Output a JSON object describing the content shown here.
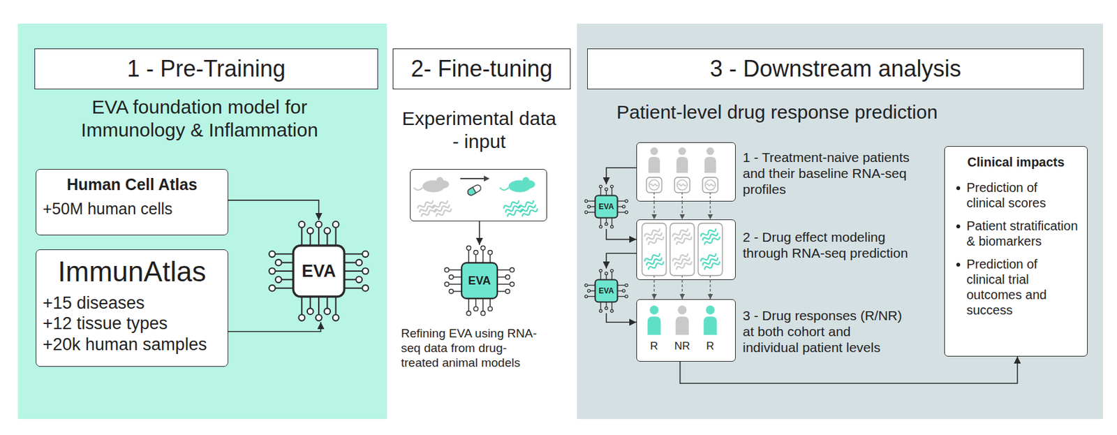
{
  "diagram": {
    "nodes": [
      {
        "text": [
          "EVA foundation model for Immunology & Inflammation"
        ]
      },
      {
        "text": [
          "1 - Pre-Training"
        ],
        "in": 0
      },
      {
        "text": [
          "Human Cell Atlas",
          "+50M human cells"
        ],
        "in": 0
      },
      {
        "text": [
          "ImmunAtlas",
          "+15 diseases",
          "+12 tissue types",
          "+20k human samples"
        ],
        "in": 0
      },
      {
        "text": [
          "EVA"
        ],
        "in": 0
      },
      {
        "text": [
          "2- Fine-tuning"
        ]
      },
      {
        "text": [
          "Experimental data - input"
        ]
      },
      {
        "text": [
          "EVA"
        ]
      },
      {
        "text": [
          "Patient-level drug response prediction"
        ]
      },
      {
        "text": [
          "3 - Downstream analysis"
        ],
        "in": 8
      },
      {
        "text": [
          "1 - Treatment-naive patients and their baseline RNA-seq profiles"
        ],
        "in": 8
      },
      {
        "text": [
          "EVA"
        ],
        "in": 8
      },
      {
        "text": [
          "2 - Drug effect modeling through RNA-seq prediction"
        ],
        "in": 8
      },
      {
        "text": [
          "EVA"
        ],
        "in": 8
      },
      {
        "text": [
          "3 - Drug responses (R/NR) at both cohort and individual patient levels"
        ],
        "in": 8
      },
      {
        "text": [
          "Clinical impacts",
          "Prediction of clinical scores",
          "Patient stratification & biomarkers",
          "Prediction of clinical trial outcomes and success"
        ],
        "in": 8
      }
    ],
    "edges": [
      {
        "from": 2,
        "to": 4,
        "arrow": "to"
      },
      {
        "from": 3,
        "to": 4,
        "arrow": "to"
      },
      {
        "from": 6,
        "to": 7,
        "arrow": "to"
      },
      {
        "from": 10,
        "to": 11,
        "arrow": "to"
      },
      {
        "from": 11,
        "to": 12,
        "arrow": "to"
      },
      {
        "from": 12,
        "to": 13,
        "arrow": "to"
      },
      {
        "from": 13,
        "to": 14,
        "arrow": "to"
      },
      {
        "from": 10,
        "to": 12,
        "arrow": "to"
      },
      {
        "from": 10,
        "to": 12,
        "arrow": "to"
      },
      {
        "from": 10,
        "to": 12,
        "arrow": "to"
      },
      {
        "from": 12,
        "to": 14,
        "arrow": "to"
      },
      {
        "from": 12,
        "to": 14,
        "arrow": "to"
      },
      {
        "from": 12,
        "to": 14,
        "arrow": "to"
      },
      {
        "from": 14,
        "to": 15,
        "arrow": "to"
      }
    ],
    "labels": [
      "Refining EVA using RNA-seq data from drug-treated animal models",
      "R",
      "NR",
      "R"
    ]
  }
}
